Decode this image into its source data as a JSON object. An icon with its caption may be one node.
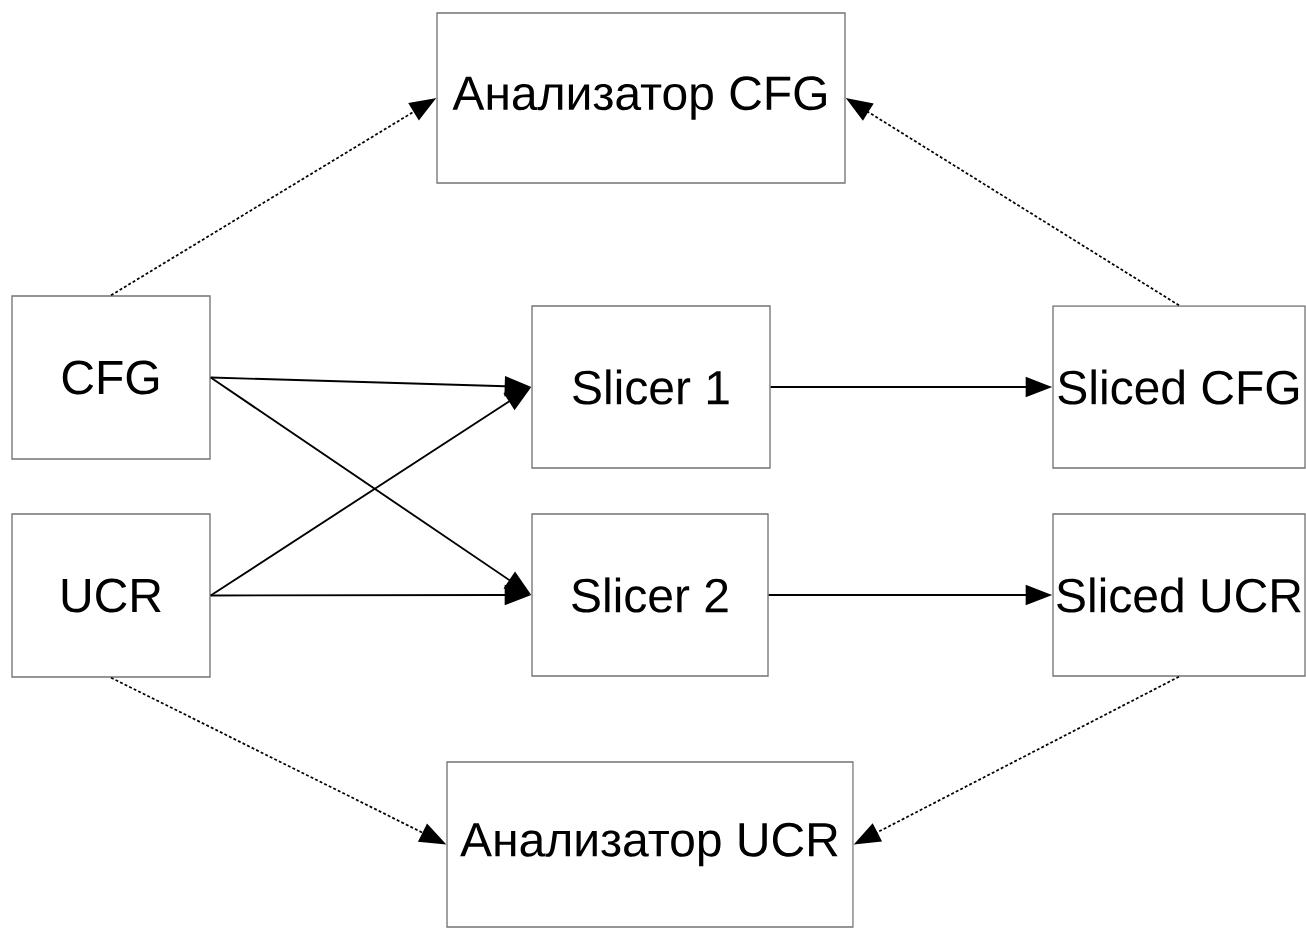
{
  "diagram": {
    "nodes": [
      {
        "text": [
          "Анализатор CFG"
        ]
      },
      {
        "text": [
          "CFG"
        ]
      },
      {
        "text": [
          "Slicer 1"
        ]
      },
      {
        "text": [
          "Sliced CFG"
        ]
      },
      {
        "text": [
          "UCR"
        ]
      },
      {
        "text": [
          "Slicer 2"
        ]
      },
      {
        "text": [
          "Sliced UCR"
        ]
      },
      {
        "text": [
          "Анализатор UCR"
        ]
      }
    ],
    "edges": [
      {
        "from": 1,
        "to": 0,
        "arrow": "to",
        "style": "dashed"
      },
      {
        "from": 3,
        "to": 0,
        "arrow": "to",
        "style": "dashed"
      },
      {
        "from": 1,
        "to": 2,
        "arrow": "to"
      },
      {
        "from": 1,
        "to": 5,
        "arrow": "to"
      },
      {
        "from": 4,
        "to": 2,
        "arrow": "to"
      },
      {
        "from": 4,
        "to": 5,
        "arrow": "to"
      },
      {
        "from": 2,
        "to": 3,
        "arrow": "to"
      },
      {
        "from": 5,
        "to": 6,
        "arrow": "to"
      },
      {
        "from": 4,
        "to": 7,
        "arrow": "to",
        "style": "dashed"
      },
      {
        "from": 6,
        "to": 7,
        "arrow": "to",
        "style": "dashed"
      }
    ]
  }
}
